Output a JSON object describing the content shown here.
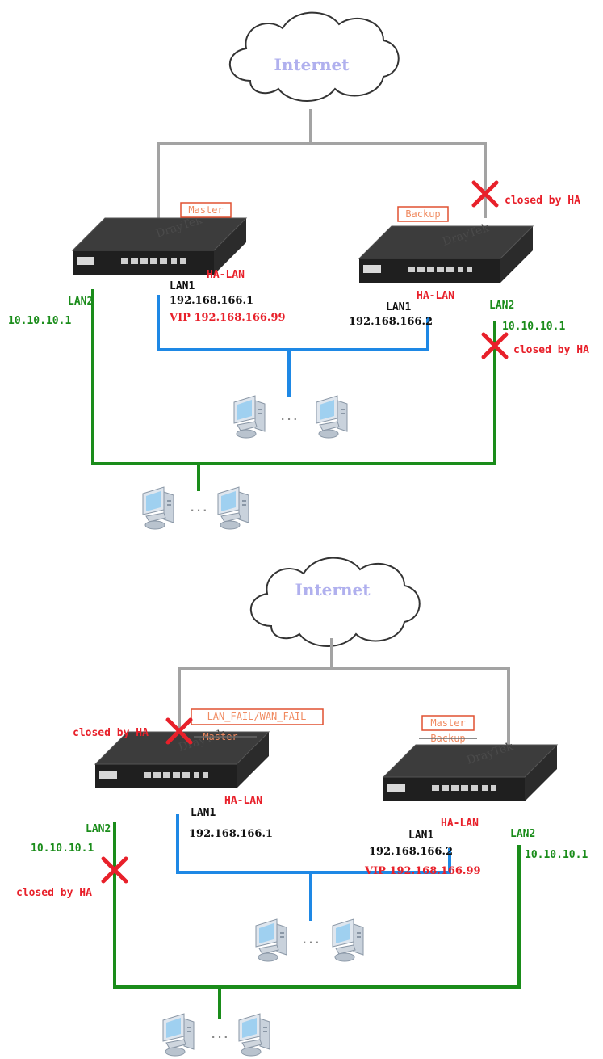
{
  "colors": {
    "wan_line": "#a3a3a3",
    "lan1_line": "#1e88e5",
    "lan2_line": "#1a8c1a",
    "red": "#e8202a",
    "green": "#1a8c1a",
    "role_box": "#f08a60",
    "cloud_text": "#b0b0ee"
  },
  "top": {
    "internet": "Internet",
    "master_role": "Master",
    "backup_role": "Backup",
    "closed_wan_backup": "closed by HA",
    "left": {
      "ha_lan": "HA-LAN",
      "lan1": "LAN1",
      "ip": "192.168.166.1",
      "vip": "VIP 192.168.166.99",
      "lan2": "LAN2",
      "lan2_ip": "10.10.10.1"
    },
    "right": {
      "ha_lan": "HA-LAN",
      "lan1": "LAN1",
      "ip": "192.168.166.2",
      "lan2": "LAN2",
      "lan2_ip": "10.10.10.1",
      "closed_lan2": "closed by HA"
    },
    "dots1": "...",
    "dots2": "..."
  },
  "bottom": {
    "internet": "Internet",
    "left_role_new": "LAN_FAIL/WAN_FAIL",
    "left_role_old": "Master",
    "right_role_new": "Master",
    "right_role_old": "Backup",
    "closed_wan_left": "closed by HA",
    "left": {
      "ha_lan": "HA-LAN",
      "lan1": "LAN1",
      "ip": "192.168.166.1",
      "lan2": "LAN2",
      "lan2_ip": "10.10.10.1",
      "closed_lan2": "closed by HA"
    },
    "right": {
      "ha_lan": "HA-LAN",
      "lan1": "LAN1",
      "ip": "192.168.166.2",
      "vip": "VIP 192.168.166.99",
      "lan2": "LAN2",
      "lan2_ip": "10.10.10.1"
    },
    "dots1": "...",
    "dots2": "..."
  }
}
